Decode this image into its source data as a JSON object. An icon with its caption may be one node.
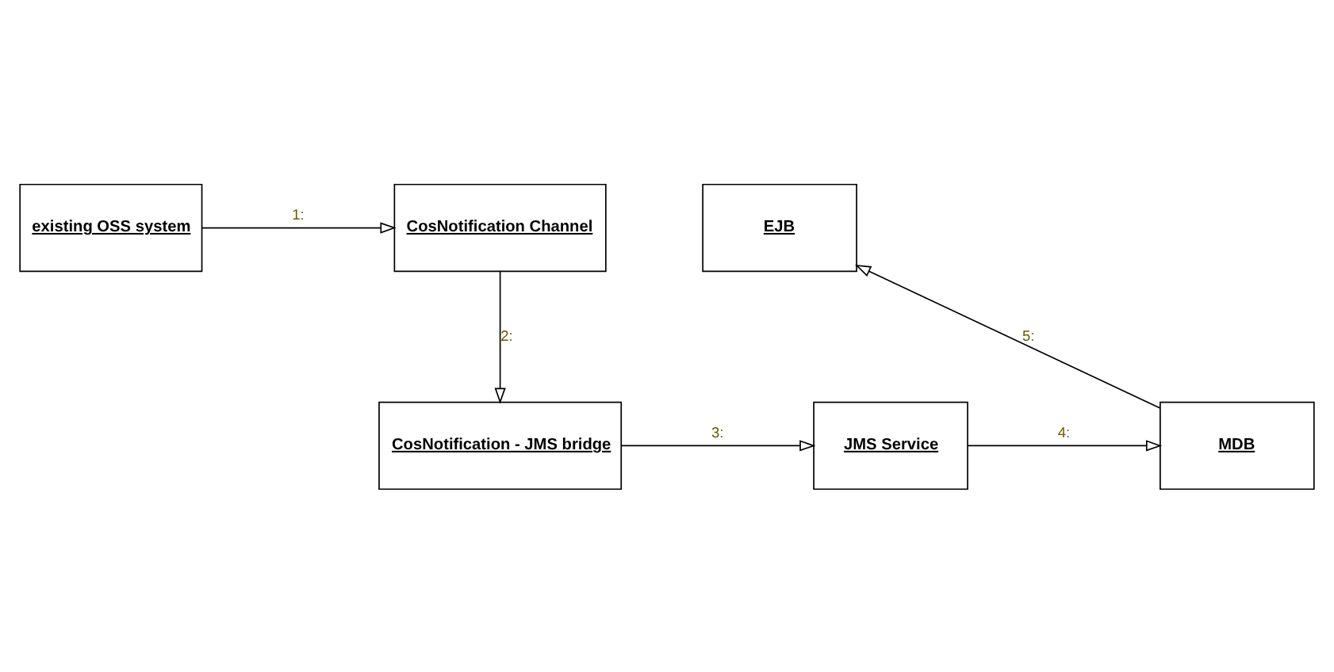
{
  "diagram": {
    "nodes": [
      {
        "text": [
          "existing OSS system"
        ]
      },
      {
        "text": [
          "CosNotification Channel"
        ]
      },
      {
        "text": [
          "EJB"
        ]
      },
      {
        "text": [
          "CosNotification - JMS bridge"
        ]
      },
      {
        "text": [
          "JMS Service"
        ]
      },
      {
        "text": [
          "MDB"
        ]
      }
    ],
    "edges": [
      {
        "from": 0,
        "to": 1,
        "arrow": "to",
        "label": "1:"
      },
      {
        "from": 1,
        "to": 3,
        "arrow": "to",
        "label": "2:"
      },
      {
        "from": 3,
        "to": 4,
        "arrow": "to",
        "label": "3:"
      },
      {
        "from": 4,
        "to": 5,
        "arrow": "to",
        "label": "4:"
      },
      {
        "from": 5,
        "to": 2,
        "arrow": "to",
        "label": "5:"
      }
    ]
  }
}
